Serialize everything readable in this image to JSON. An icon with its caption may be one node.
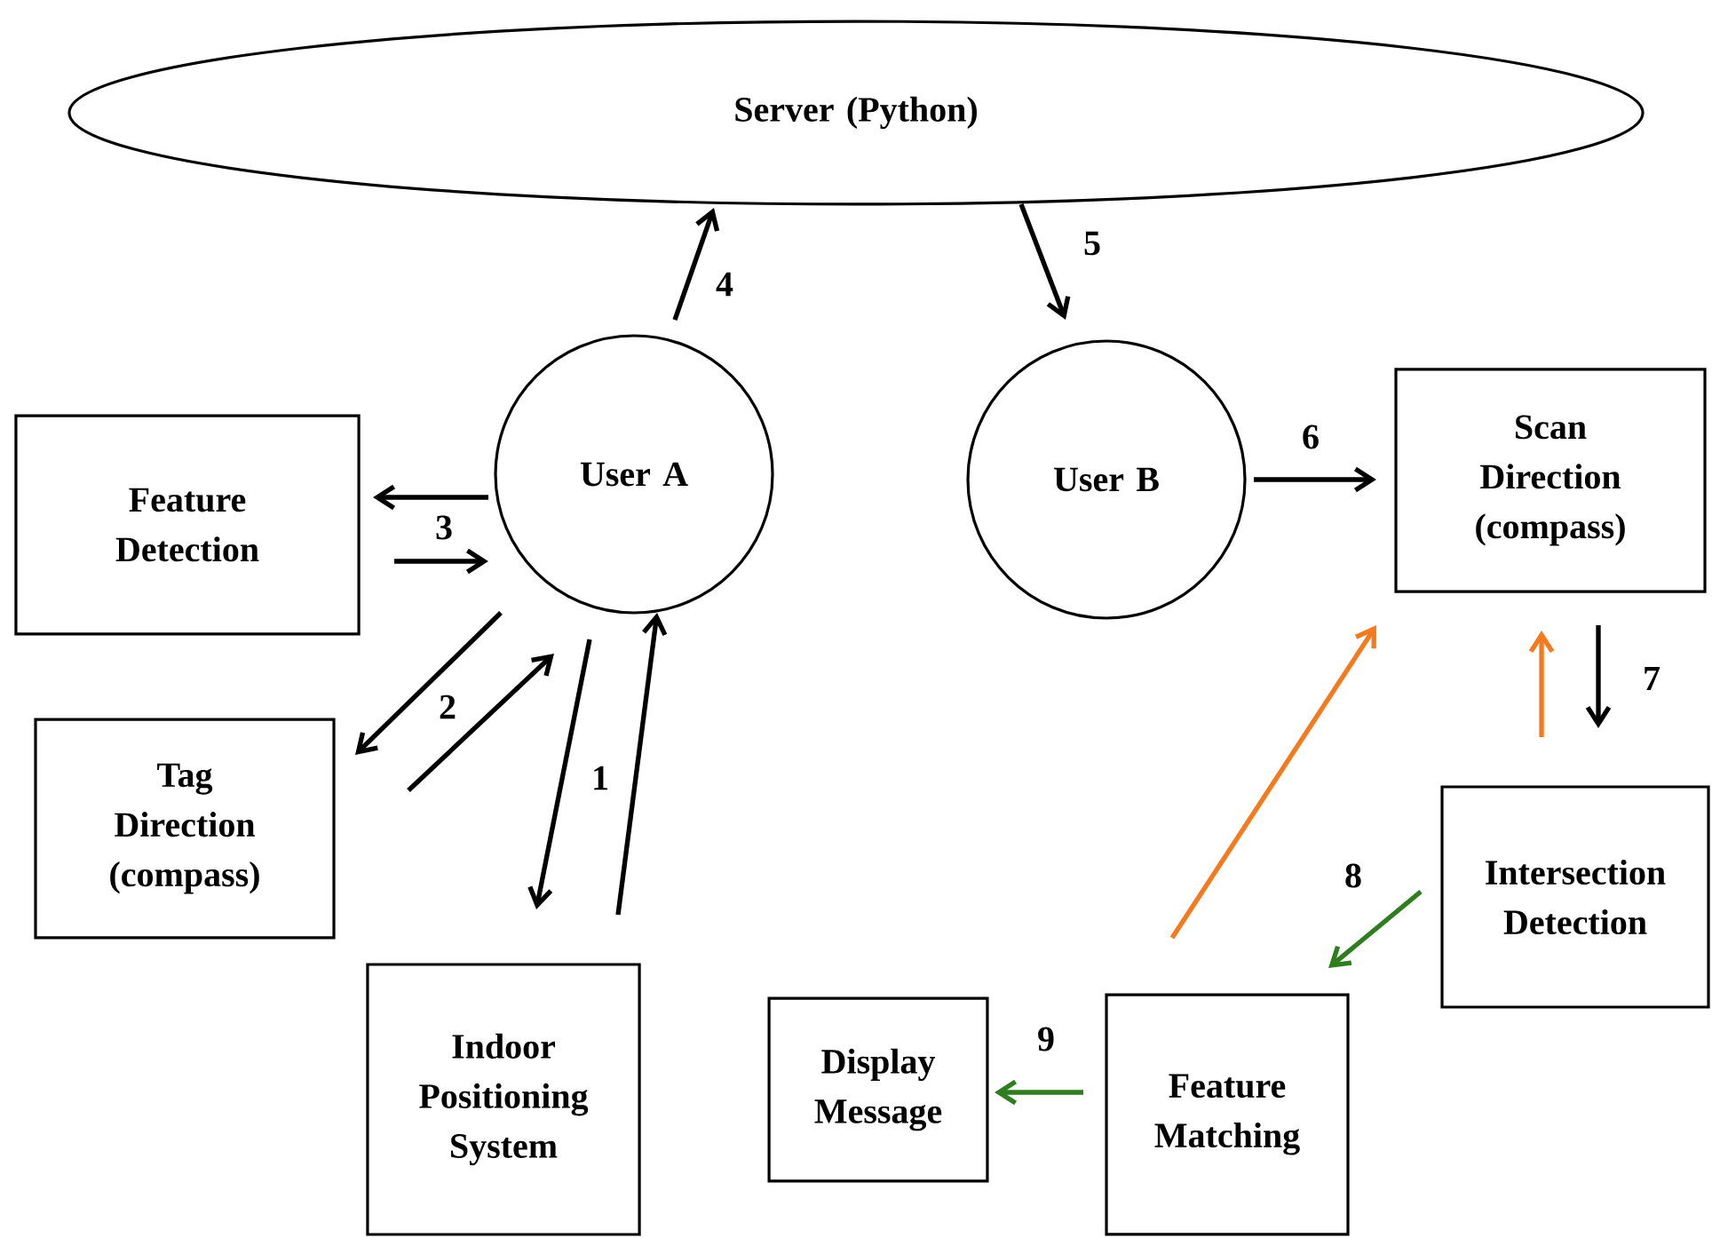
{
  "diagram": {
    "nodes": [
      {
        "text": [
          "Server (Python)"
        ]
      },
      {
        "text": [
          "User A"
        ]
      },
      {
        "text": [
          "User B"
        ]
      },
      {
        "text": [
          "Feature Detection"
        ]
      },
      {
        "text": [
          "Tag Direction (compass)"
        ]
      },
      {
        "text": [
          "Indoor Positioning System"
        ]
      },
      {
        "text": [
          "Scan Direction (compass)"
        ]
      },
      {
        "text": [
          "Intersection Detection"
        ]
      },
      {
        "text": [
          "Feature Matching"
        ]
      },
      {
        "text": [
          "Display Message"
        ]
      }
    ],
    "edges": [
      {
        "from": 1,
        "to": 0,
        "arrow": "to",
        "label": "4"
      },
      {
        "from": 0,
        "to": 2,
        "arrow": "to",
        "label": "5"
      },
      {
        "from": 1,
        "to": 3,
        "arrow": "to"
      },
      {
        "from": 3,
        "to": 1,
        "arrow": "to",
        "label": "3"
      },
      {
        "from": 1,
        "to": 4,
        "arrow": "to"
      },
      {
        "from": 4,
        "to": 1,
        "arrow": "to",
        "label": "2"
      },
      {
        "from": 1,
        "to": 5,
        "arrow": "to"
      },
      {
        "from": 5,
        "to": 1,
        "arrow": "to",
        "label": "1"
      },
      {
        "from": 2,
        "to": 6,
        "arrow": "to",
        "label": "6"
      },
      {
        "from": 6,
        "to": 7,
        "arrow": "to",
        "label": "7"
      },
      {
        "from": 7,
        "to": 6,
        "arrow": "to",
        "color": "#f47a20"
      },
      {
        "from": 7,
        "to": 8,
        "arrow": "to",
        "label": "8",
        "color": "#2e7d1e"
      },
      {
        "from": 8,
        "to": 6,
        "arrow": "to",
        "color": "#f47a20"
      },
      {
        "from": 8,
        "to": 9,
        "arrow": "to",
        "label": "9",
        "color": "#2e7d1e"
      }
    ]
  }
}
